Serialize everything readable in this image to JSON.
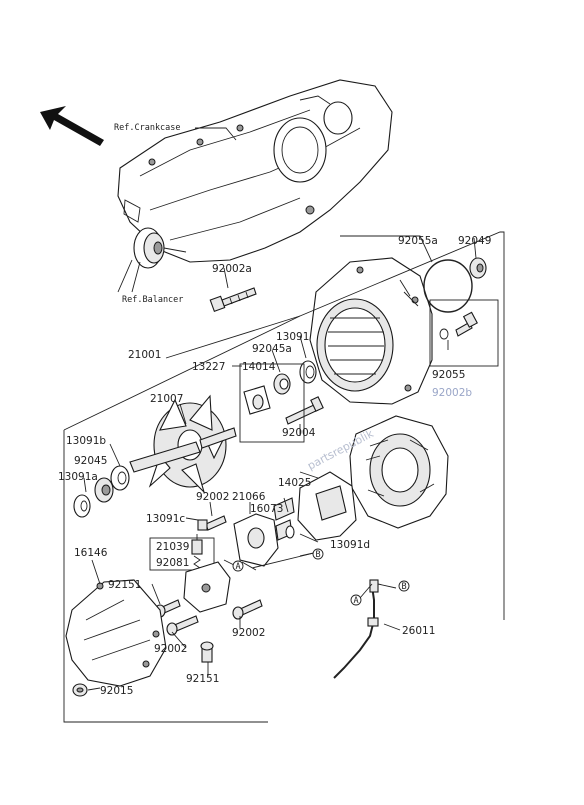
{
  "refs": {
    "crankcase": "Ref.Crankcase",
    "balancer": "Ref.Balancer"
  },
  "watermark": "partsrepublik",
  "callouts": {
    "p92055a": "92055a",
    "p92049": "92049",
    "p92002a": "92002a",
    "p13091": "13091",
    "p92045a": "92045a",
    "p21001": "21001",
    "p13227": "13227",
    "p14014": "14014",
    "p92055": "92055",
    "p92002b": "92002b",
    "p21007": "21007",
    "p92004": "92004",
    "p13091b": "13091b",
    "p92045": "92045",
    "p13091a": "13091a",
    "p14025": "14025",
    "p92002_top": "92002",
    "p21066": "21066",
    "p16073": "16073",
    "p13091c": "13091c",
    "p13091d": "13091d",
    "p21039": "21039",
    "p92081": "92081",
    "p16146": "16146",
    "p92151_left": "92151",
    "p92002_right": "92002",
    "p92002_mid": "92002",
    "p26011": "26011",
    "p92151_bottom": "92151",
    "p92015": "92015"
  },
  "markers": {
    "a": "A",
    "b": "B"
  }
}
